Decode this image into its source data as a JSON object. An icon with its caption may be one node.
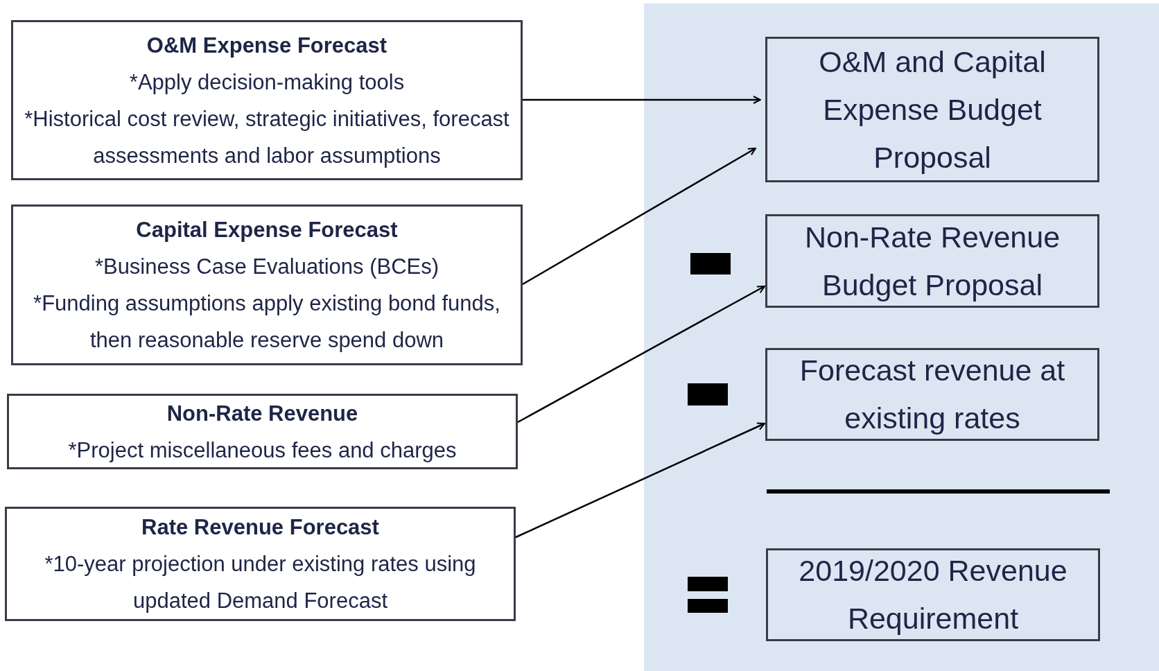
{
  "diagram": {
    "nodes": [
      {
        "text": [
          "O&M Expense Forecast",
          "*Apply decision-making tools",
          "*Historical cost review, strategic initiatives, forecast assessments and labor assumptions"
        ]
      },
      {
        "text": [
          "Capital Expense Forecast",
          "*Business Case Evaluations (BCEs)",
          "*Funding assumptions apply existing bond funds, then reasonable reserve spend down"
        ]
      },
      {
        "text": [
          "Non-Rate Revenue",
          "*Project miscellaneous fees and charges"
        ]
      },
      {
        "text": [
          "Rate Revenue Forecast",
          "*10-year projection under existing rates using updated Demand Forecast"
        ]
      },
      {
        "text": [
          "O&M and Capital Expense Budget Proposal"
        ]
      },
      {
        "text": [
          "Non-Rate Revenue Budget Proposal"
        ]
      },
      {
        "text": [
          "Forecast revenue at existing rates"
        ]
      },
      {
        "text": [
          "2019/2020 Revenue Requirement"
        ]
      }
    ],
    "edges": [
      {
        "from": 0,
        "to": 4,
        "arrow": "to"
      },
      {
        "from": 1,
        "to": 4,
        "arrow": "to"
      },
      {
        "from": 2,
        "to": 5,
        "arrow": "to"
      },
      {
        "from": 3,
        "to": 6,
        "arrow": "to"
      }
    ]
  }
}
